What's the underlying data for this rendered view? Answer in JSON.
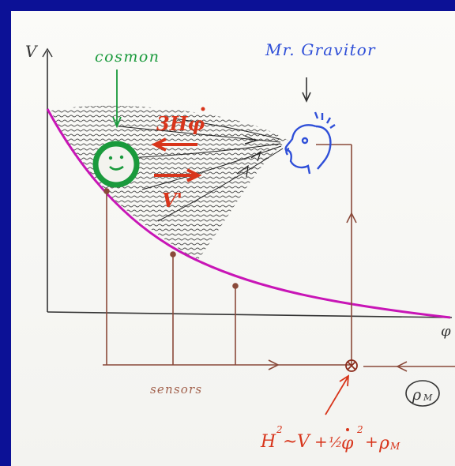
{
  "labels": {
    "v_axis": "V",
    "phi_axis": "φ",
    "cosmon": "cosmon",
    "gravitor": "Mr. Gravitor",
    "friction": "3Hφ",
    "force": "V'",
    "sensors": "sensors",
    "rho_m": "ρ",
    "rho_m_sub": "M"
  },
  "equation": {
    "lhs": "H",
    "sup2": "2",
    "tilde": "~",
    "v": "V",
    "plus": "+",
    "half": "½",
    "phidot": "φ",
    "rho": "ρ",
    "sub": "M"
  },
  "colors": {
    "cosmon": "#1a9a3c",
    "gravitor": "#2f4fd8",
    "arrows": "#d8351b",
    "potential": "#c815b6",
    "ink": "#222222",
    "sensor": "#8a4a3a"
  }
}
